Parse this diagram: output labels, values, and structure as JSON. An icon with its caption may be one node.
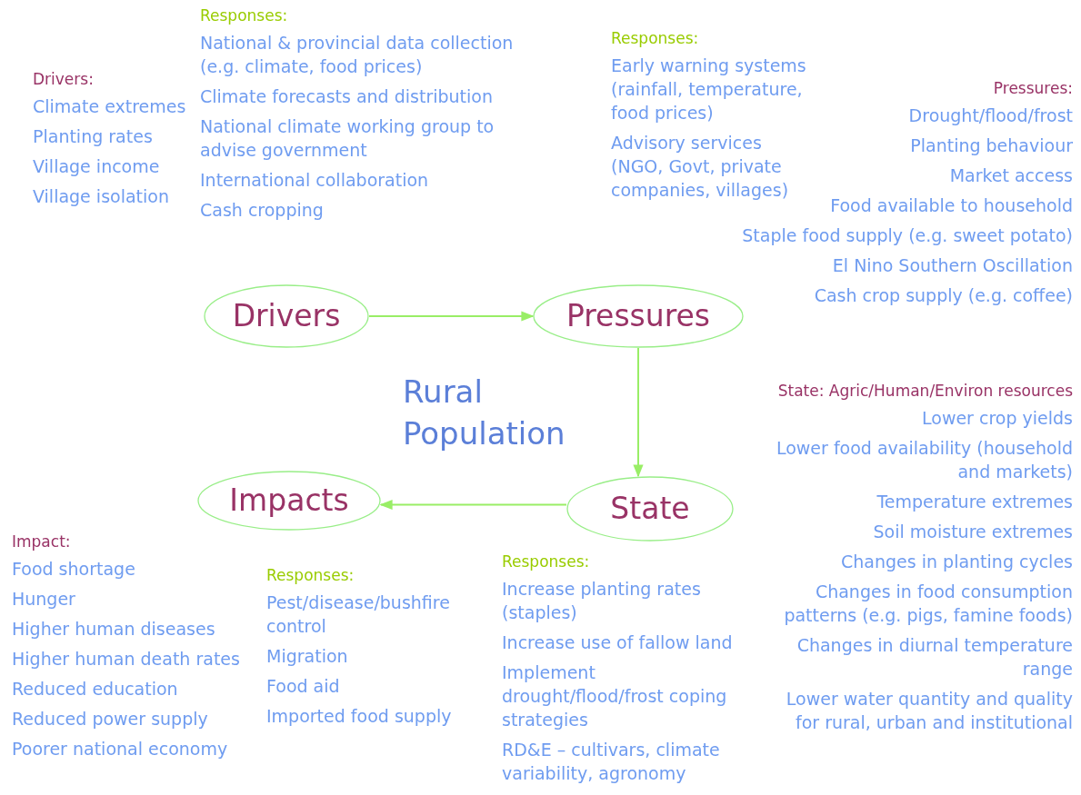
{
  "diagram": {
    "nodes": [
      {
        "text": [
          "Drivers"
        ]
      },
      {
        "text": [
          "Pressures"
        ]
      },
      {
        "text": [
          "State"
        ]
      },
      {
        "text": [
          "Impacts"
        ]
      }
    ],
    "edges": [
      {
        "from": 0,
        "to": 1,
        "arrow": "to"
      },
      {
        "from": 1,
        "to": 2,
        "arrow": "to"
      },
      {
        "from": 2,
        "to": 3,
        "arrow": "to"
      }
    ],
    "labels": [
      "Drivers:",
      "Climate extremes",
      "Planting rates",
      "Village income",
      "Village isolation",
      "Responses:",
      "National & provincial data collection (e.g. climate, food prices)",
      "Climate forecasts and distribution",
      "National climate working group to advise government",
      "International collaboration",
      "Cash cropping",
      "Responses:",
      "Early warning systems (rainfall, temperature, food prices)",
      "Advisory services (NGO, Govt, private companies, villages)",
      "Pressures:",
      "Drought/flood/frost",
      "Planting behaviour",
      "Market access",
      "Food available to household",
      "Staple food supply (e.g. sweet potato)",
      "El Nino Southern Oscillation",
      "Cash crop supply (e.g. coffee)",
      "Rural Population",
      "State: Agric/Human/Environ resources",
      "Lower crop yields",
      "Lower food availability (household and markets)",
      "Temperature extremes",
      "Soil moisture extremes",
      "Changes in planting cycles",
      "Changes in food consumption patterns (e.g. pigs, famine foods)",
      "Changes in diurnal temperature range",
      "Lower water quantity and quality for rural, urban and institutional",
      "Impact:",
      "Food shortage",
      "Hunger",
      "Higher human diseases",
      "Higher human death rates",
      "Reduced education",
      "Reduced power supply",
      "Poorer national economy",
      "Responses:",
      "Pest/disease/bushfire control",
      "Migration",
      "Food aid",
      "Imported food supply",
      "Responses:",
      "Increase planting rates (staples)",
      "Increase use of fallow land",
      "Implement drought/flood/frost coping strategies",
      "RD&E – cultivars, climate variability, agronomy"
    ]
  }
}
